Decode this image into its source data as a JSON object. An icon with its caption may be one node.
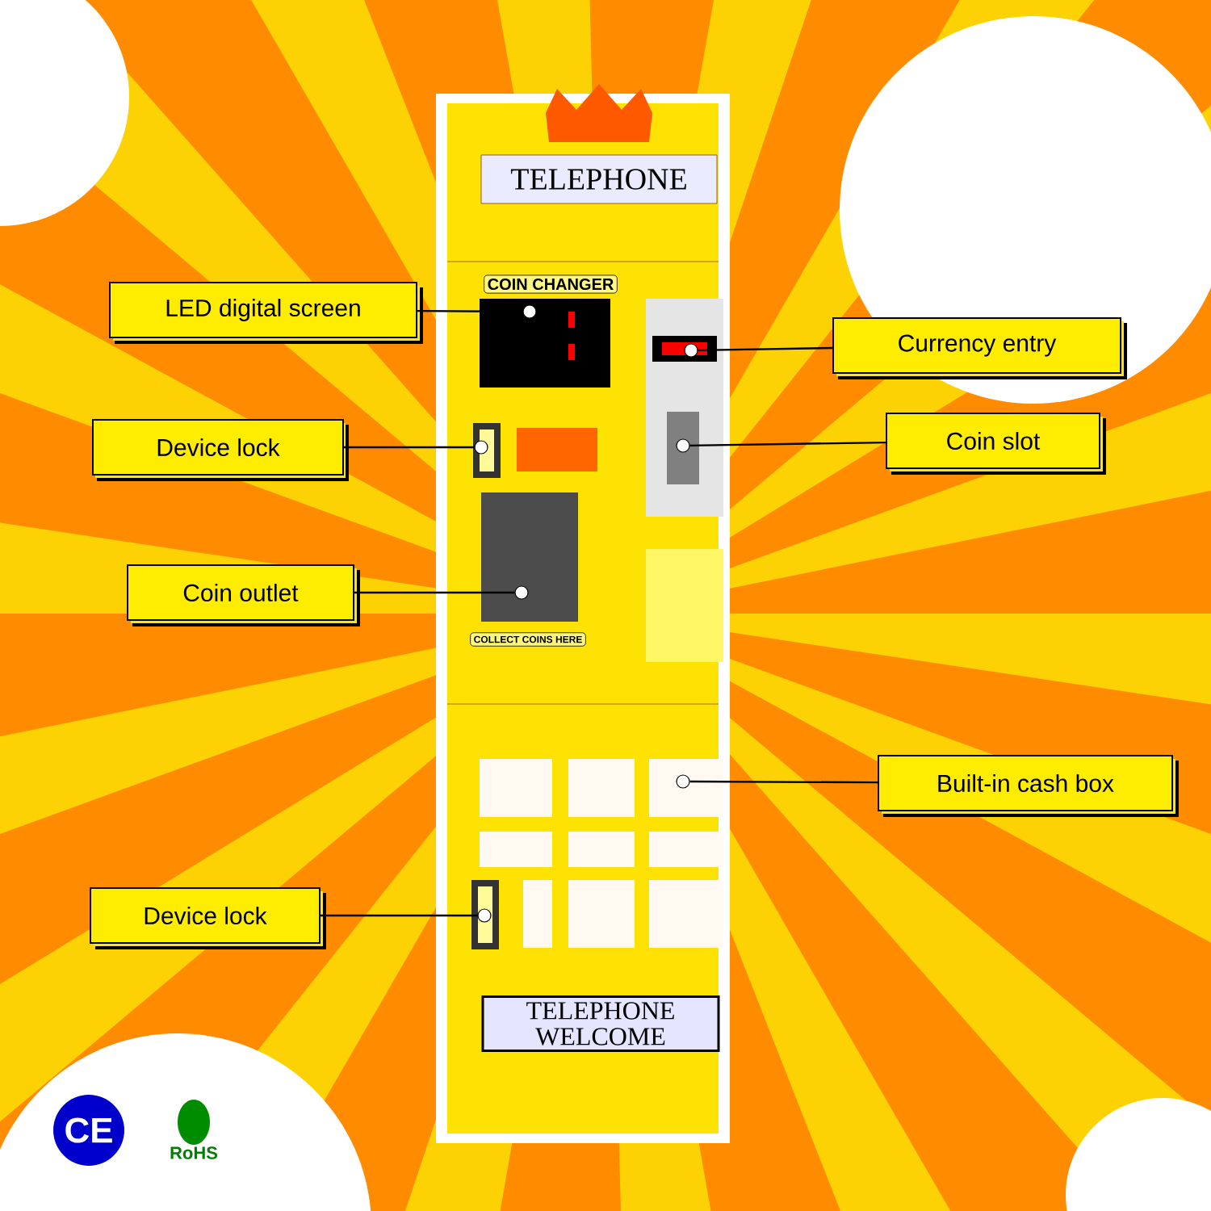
{
  "diagram": {
    "nodes": [
      {
        "text": [
          "LED digital screen"
        ]
      },
      {
        "text": [],
        "shape": "circle"
      },
      {
        "text": [
          "Device lock"
        ]
      },
      {
        "text": [],
        "shape": "circle"
      },
      {
        "text": [
          "Coin outlet"
        ]
      },
      {
        "text": [],
        "shape": "circle"
      },
      {
        "text": [
          "Currency entry"
        ]
      },
      {
        "text": [],
        "shape": "circle"
      },
      {
        "text": [
          "Coin slot"
        ]
      },
      {
        "text": [],
        "shape": "circle"
      },
      {
        "text": [
          "Built-in cash box"
        ]
      },
      {
        "text": [],
        "shape": "circle"
      },
      {
        "text": [
          "Device lock"
        ]
      },
      {
        "text": [],
        "shape": "circle"
      },
      {
        "text": [
          "TELEPHONE"
        ]
      },
      {
        "text": [
          "COIN CHANGER"
        ]
      },
      {
        "text": [
          "COLLECT COINS HERE"
        ]
      },
      {
        "text": [
          "TELEPHONE",
          "WELCOME"
        ]
      }
    ],
    "edges": [
      {
        "from": 0,
        "to": 1,
        "arrow": "none"
      },
      {
        "from": 2,
        "to": 3,
        "arrow": "none"
      },
      {
        "from": 4,
        "to": 5,
        "arrow": "none"
      },
      {
        "from": 6,
        "to": 7,
        "arrow": "none"
      },
      {
        "from": 8,
        "to": 9,
        "arrow": "none"
      },
      {
        "from": 10,
        "to": 11,
        "arrow": "none"
      },
      {
        "from": 12,
        "to": 13,
        "arrow": "none"
      }
    ],
    "labels": [
      "CE",
      "RoHS"
    ]
  }
}
